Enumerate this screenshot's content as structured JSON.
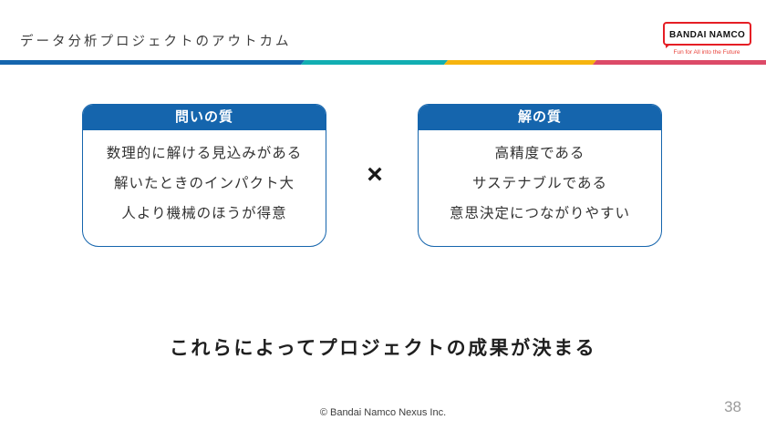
{
  "header": {
    "title": "データ分析プロジェクトのアウトカム",
    "logo": {
      "brand": "BANDAI NAMCO",
      "tagline": "Fun for All into the Future",
      "brand_color": "#e51e25"
    }
  },
  "stripe": {
    "segments": [
      {
        "name": "blue",
        "color": "#1565ad"
      },
      {
        "name": "teal",
        "color": "#12aeb2"
      },
      {
        "name": "yellow",
        "color": "#f6b40f"
      },
      {
        "name": "pink",
        "color": "#dc4a68"
      }
    ]
  },
  "content": {
    "accent_blue": "#1565ad",
    "left_card": {
      "header": "問いの質",
      "items": [
        "数理的に解ける見込みがある",
        "解いたときのインパクト大",
        "人より機械のほうが得意"
      ]
    },
    "operator": "×",
    "right_card": {
      "header": "解の質",
      "items": [
        "高精度である",
        "サステナブルである",
        "意思決定につながりやすい"
      ]
    },
    "conclusion": "これらによってプロジェクトの成果が決まる"
  },
  "footer": {
    "copyright": "© Bandai Namco Nexus Inc.",
    "page_number": "38"
  }
}
